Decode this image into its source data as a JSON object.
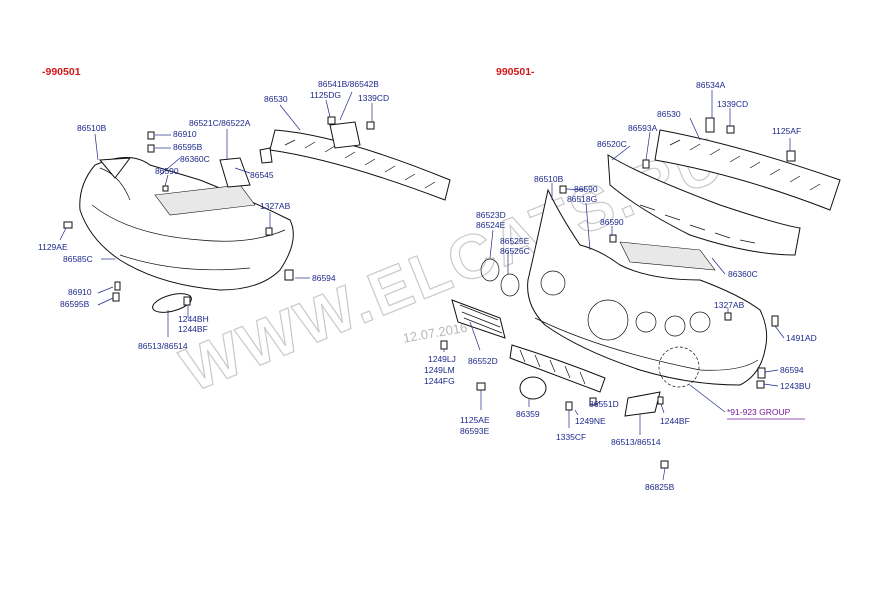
{
  "headers": {
    "left": "-990501",
    "right": "990501-"
  },
  "watermark": "WWW.ELCATS.RU",
  "stamp": "12.07.2016",
  "group_note": "*91-923 GROUP",
  "colors": {
    "header": "#d01818",
    "label": "#1e2a8c",
    "group": "#7a1a9a",
    "watermark": "#c9c9c9"
  },
  "left_labels": [
    "86510B",
    "86910",
    "86595B",
    "86521C/86522A",
    "86360C",
    "86590",
    "86545",
    "86541B/86542B",
    "1125DG",
    "1339CD",
    "86530",
    "1327AB",
    "1129AE",
    "86585C",
    "86594",
    "86910",
    "86595B",
    "1244BH",
    "1244BF",
    "86513/86514"
  ],
  "right_labels": [
    "86534A",
    "1339CD",
    "86530",
    "1125AF",
    "86593A",
    "86520C",
    "86510B",
    "86590",
    "86518G",
    "86590",
    "86523D",
    "86524E",
    "86525E",
    "86526C",
    "86360C",
    "1327AB",
    "1491AD",
    "86594",
    "1243BU",
    "1249LJ",
    "1249LM",
    "1244FG",
    "86552D",
    "86359",
    "1125AE",
    "86593E",
    "86551D",
    "1249NE",
    "1335CF",
    "1244BF",
    "86513/86514",
    "86825B"
  ]
}
